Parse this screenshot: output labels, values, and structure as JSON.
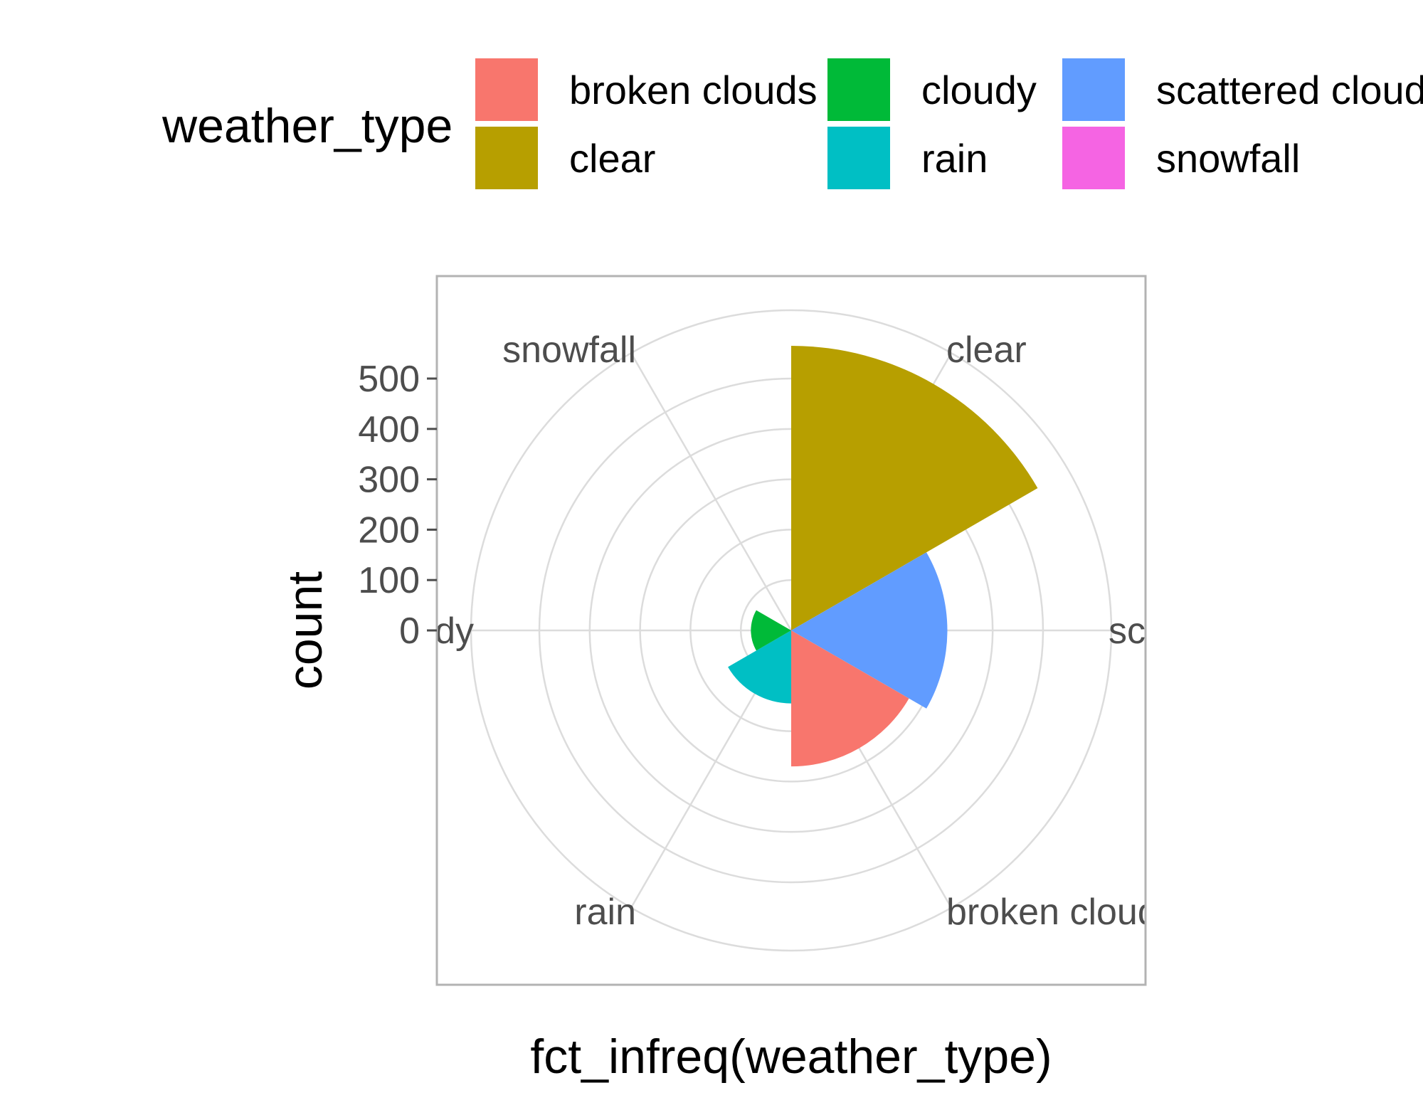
{
  "chart_data": {
    "type": "bar",
    "coord": "polar",
    "xlabel": "fct_infreq(weather_type)",
    "ylabel": "count",
    "categories": [
      "clear",
      "scattered clouds",
      "broken clouds",
      "rain",
      "cloudy",
      "snowfall"
    ],
    "values": [
      565,
      310,
      270,
      145,
      80,
      2
    ],
    "y_ticks": [
      0,
      100,
      200,
      300,
      400,
      500
    ],
    "ylim": [
      0,
      565
    ],
    "legend": {
      "title": "weather_type",
      "position": "top",
      "entries": [
        {
          "label": "broken clouds",
          "color": "#F8766D"
        },
        {
          "label": "clear",
          "color": "#B79F00"
        },
        {
          "label": "cloudy",
          "color": "#00BA38"
        },
        {
          "label": "rain",
          "color": "#00BFC4"
        },
        {
          "label": "scattered clouds",
          "color": "#619CFF"
        },
        {
          "label": "snowfall",
          "color": "#F564E3"
        }
      ]
    },
    "colors": {
      "clear": "#B79F00",
      "scattered clouds": "#619CFF",
      "broken clouds": "#F8766D",
      "rain": "#00BFC4",
      "cloudy": "#00BA38",
      "snowfall": "#F564E3"
    },
    "grid": true
  }
}
